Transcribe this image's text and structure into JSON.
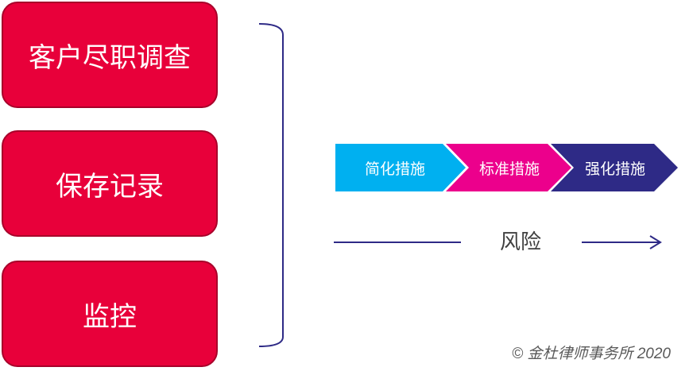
{
  "measures": [
    {
      "label": "客户尽职调查"
    },
    {
      "label": "保存记录"
    },
    {
      "label": "监控"
    }
  ],
  "levels": [
    {
      "label": "简化措施",
      "color": "#00b0f0"
    },
    {
      "label": "标准措施",
      "color": "#ec008c"
    },
    {
      "label": "强化措施",
      "color": "#2e2a86"
    }
  ],
  "risk": {
    "label": "风险"
  },
  "footer": {
    "copyright": "© 金杜律师事务所 2020"
  },
  "colors": {
    "box_fill": "#e8003a",
    "box_border": "#a8002a",
    "bracket": "#2e2a86",
    "arrow": "#2e2a86"
  }
}
